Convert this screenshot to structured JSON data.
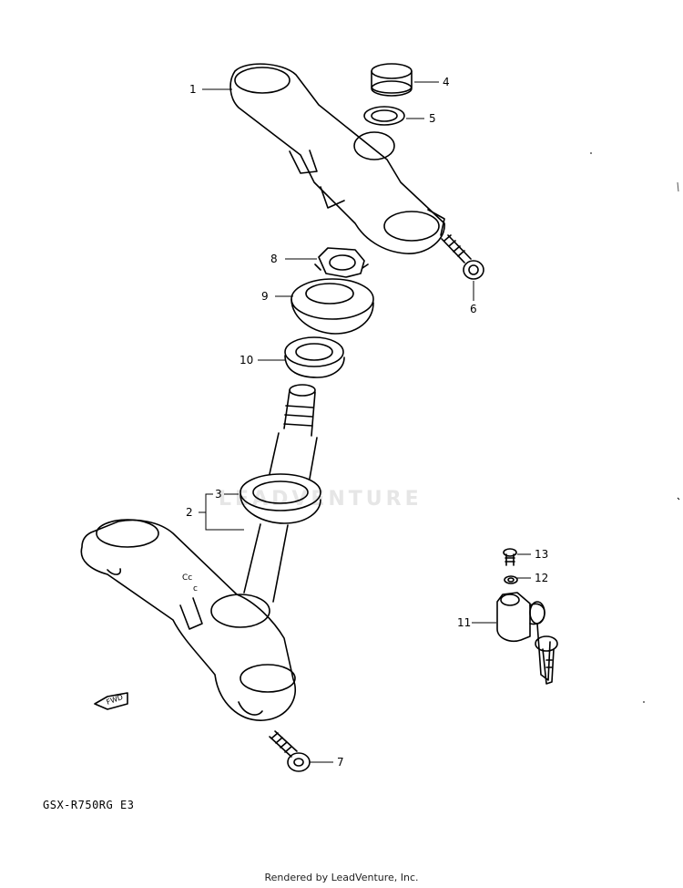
{
  "diagram": {
    "model_label": "GSX-R750RG E3",
    "footer_text": "Rendered by LeadVenture, Inc.",
    "watermark_text": "LEADVENTURE",
    "fwd_label": "FWD",
    "callouts": [
      "1",
      "2",
      "3",
      "4",
      "5",
      "6",
      "7",
      "8",
      "9",
      "10",
      "11",
      "12",
      "13"
    ]
  }
}
